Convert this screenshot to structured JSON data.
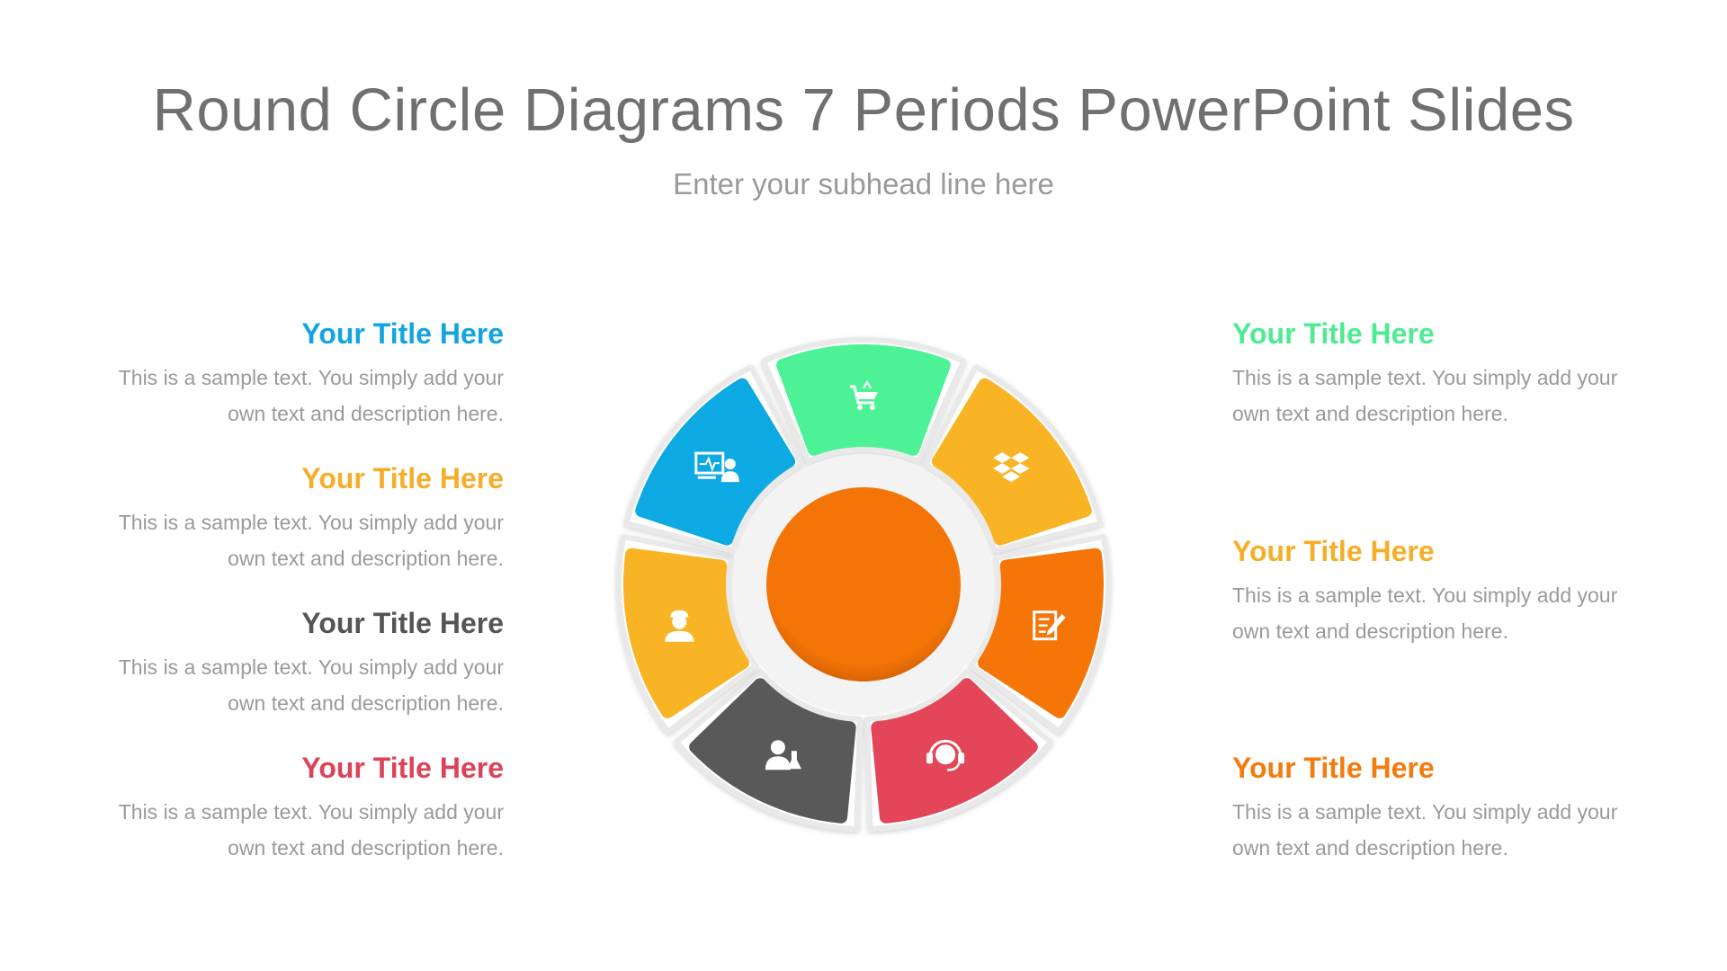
{
  "title": "Round Circle Diagrams 7 Periods PowerPoint Slides",
  "subhead": "Enter your subhead line here",
  "items": [
    {
      "title": "Your Title Here",
      "text": "This is a sample text. You simply add your own text and description here.",
      "color": "#13A5E1"
    },
    {
      "title": "Your Title Here",
      "text": "This is a sample text. You simply add your own text and description here.",
      "color": "#F6AE2A"
    },
    {
      "title": "Your Title Here",
      "text": "This is a sample text. You simply add your own text and description here.",
      "color": "#555555"
    },
    {
      "title": "Your Title Here",
      "text": "This is a sample text. You simply add your own text and description here.",
      "color": "#DD4358"
    },
    {
      "title": "Your Title Here",
      "text": "This is a sample text. You simply add your own text and description here.",
      "color": "#4DEB92"
    },
    {
      "title": "Your Title Here",
      "text": "This is a sample text. You simply add your own text and description here.",
      "color": "#F6AE2A"
    },
    {
      "title": "Your Title Here",
      "text": "This is a sample text. You simply add your own text and description here.",
      "color": "#F47B0E"
    }
  ],
  "segments": [
    {
      "color": "#4DF296",
      "icon": "shopping-cart-icon"
    },
    {
      "color": "#F9B426",
      "icon": "dropbox-icon"
    },
    {
      "color": "#F57508",
      "icon": "edit-document-icon"
    },
    {
      "color": "#E24658",
      "icon": "headset-support-icon"
    },
    {
      "color": "#595959",
      "icon": "scientist-icon"
    },
    {
      "color": "#F9B426",
      "icon": "mechanic-icon"
    },
    {
      "color": "#0DA9E3",
      "icon": "presentation-icon"
    }
  ],
  "center_color": "#F47507"
}
